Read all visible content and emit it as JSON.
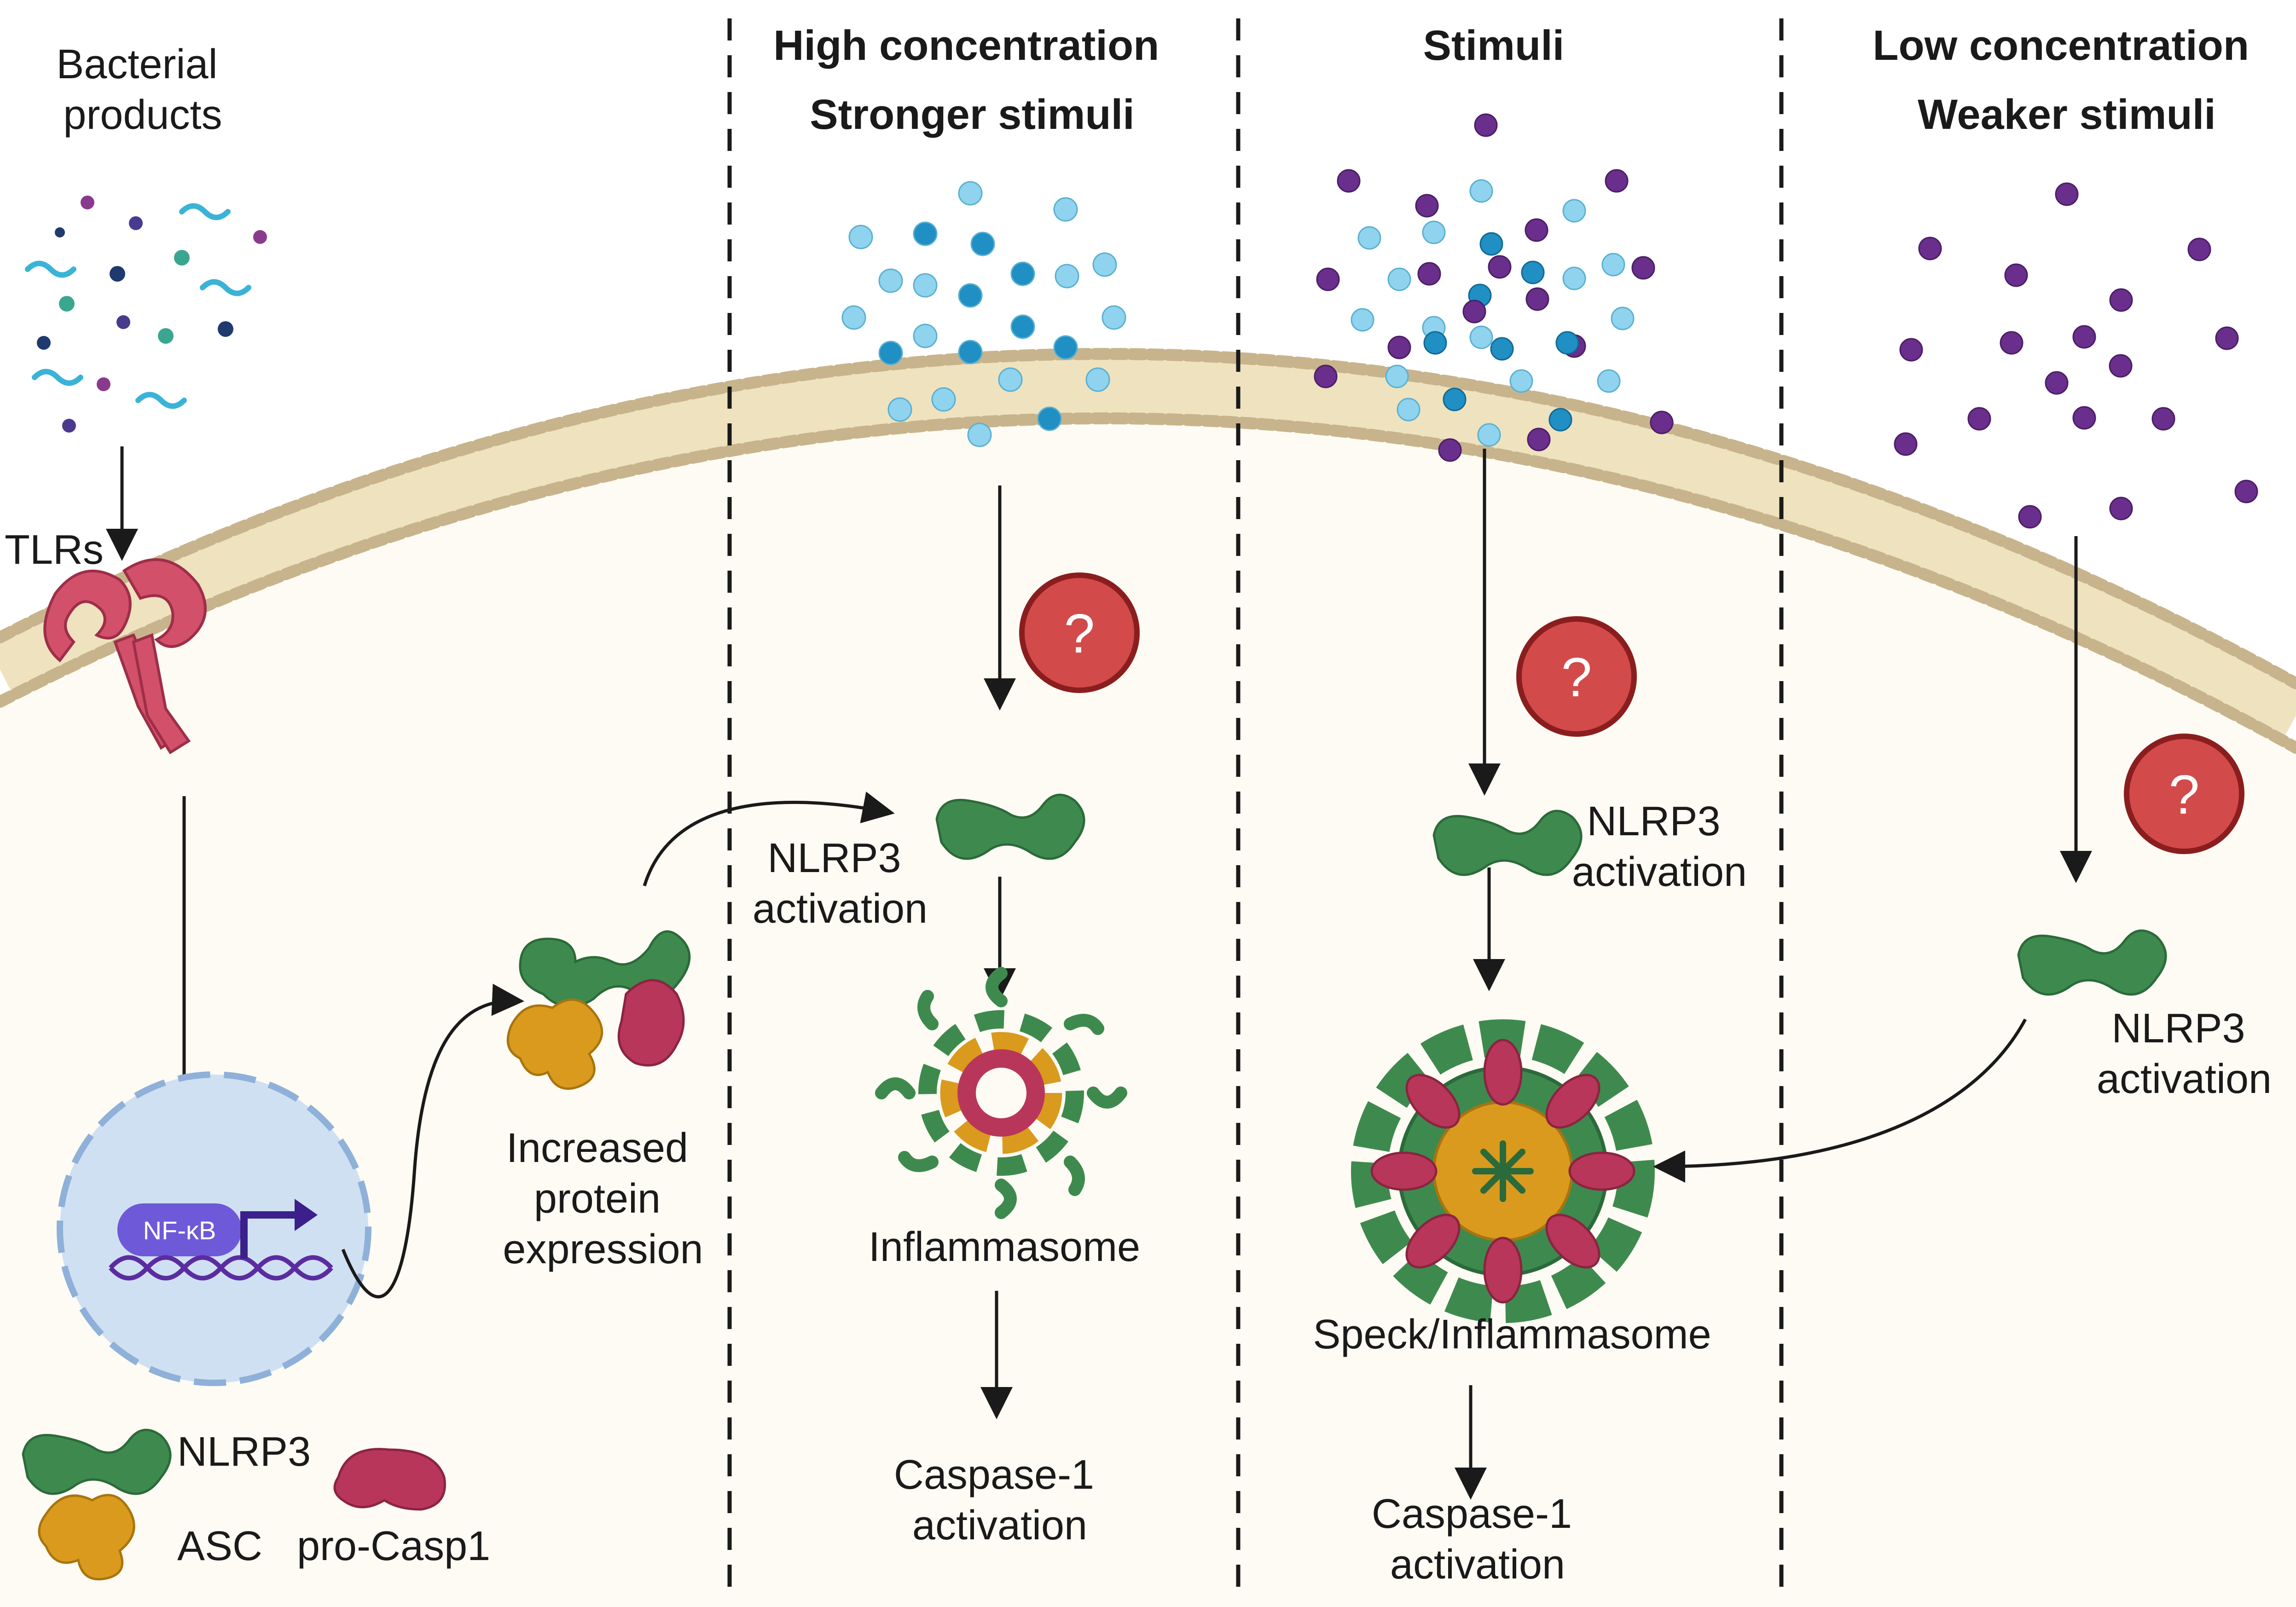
{
  "labels": {
    "bacterial_products": [
      "Bacterial",
      "products"
    ],
    "tlrs": "TLRs",
    "nfkb": "NF-κB",
    "increased_protein": [
      "Increased",
      "protein",
      "expression"
    ],
    "col1_header": [
      "High concentration",
      "Stronger stimuli"
    ],
    "col1_nlrp3": [
      "NLRP3",
      "activation"
    ],
    "col1_inflammasome": "Inflammasome",
    "col1_casp": [
      "Caspase-1",
      "activation"
    ],
    "col2_header": "Stimuli",
    "col2_nlrp3": [
      "NLRP3",
      "activation"
    ],
    "col2_speck": "Speck/Inflammasome",
    "col2_casp": [
      "Caspase-1",
      "activation"
    ],
    "col3_header": [
      "Low concentration",
      "Weaker stimuli"
    ],
    "col3_nlrp3": [
      "NLRP3",
      "activation"
    ],
    "question_mark": "?",
    "legend_nlrp3": "NLRP3",
    "legend_asc": "ASC",
    "legend_procasp1": "pro-Casp1"
  },
  "colors": {
    "cytoplasm": "#fdfbf3",
    "membrane_head": "#c8b48c",
    "membrane_tail": "#efe2bf",
    "nucleus": "#cfe0f3",
    "nucleus_border": "#8fb0d8",
    "nfkb": "#6e5ad8",
    "dna": "#5b2ca0",
    "tlr": "#d2506a",
    "nlrp3": "#3e8a4e",
    "asc": "#d99a1e",
    "procasp1": "#b8365a",
    "question": "#d24a4a",
    "light_particle": "#8fd3ee",
    "dark_particle": "#1f8fc4",
    "purple_particle": "#6a2e8c"
  }
}
